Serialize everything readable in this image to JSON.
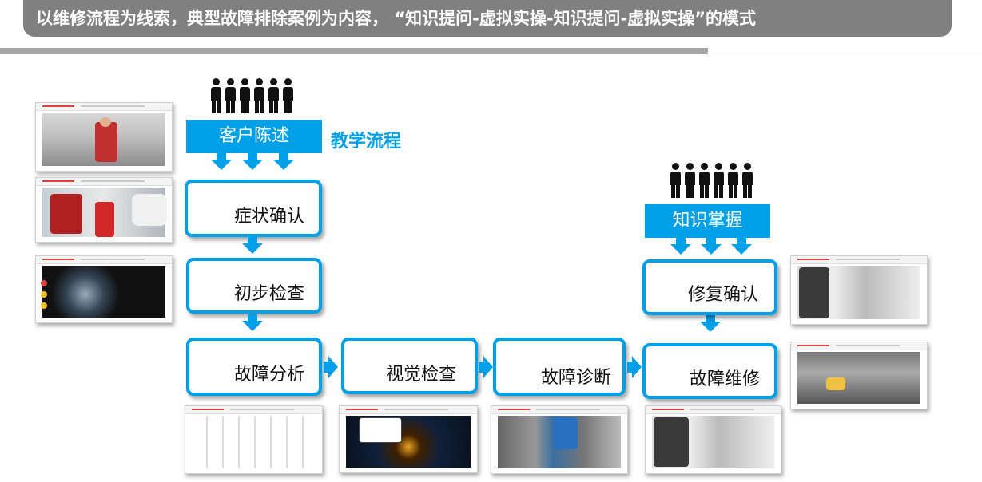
{
  "header": {
    "title": "以维修流程为线索，典型故障排除案例为内容，  “知识提问-虚拟实操-知识提问-虚拟实操”的模式"
  },
  "diagram": {
    "caption": "教学流程",
    "customer_statement": "客户陈述",
    "knowledge_mastery": "知识掌握",
    "steps": {
      "symptom_confirm": "症状确认",
      "initial_check": "初步检查",
      "fault_analysis": "故障分析",
      "visual_check": "视觉检查",
      "fault_diagnosis": "故障诊断",
      "fault_repair": "故障维修",
      "repair_confirm": "修复确认"
    }
  },
  "colors": {
    "accent": "#00a0e9",
    "banner": "#808080",
    "rule": "#a6a6a6"
  },
  "icons": [
    "people-group-icon",
    "arrow-down-icon",
    "arrow-right-icon"
  ]
}
